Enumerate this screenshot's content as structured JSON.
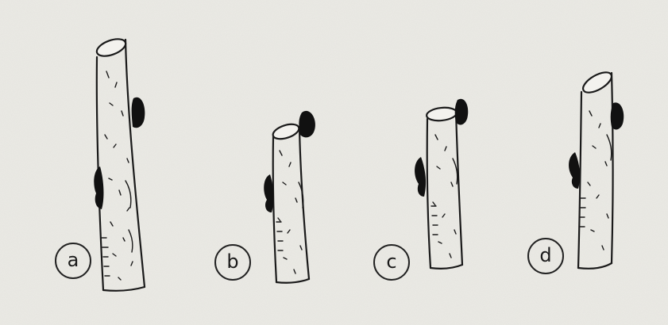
{
  "figure": {
    "panels": [
      {
        "id": "a",
        "label": "a"
      },
      {
        "id": "b",
        "label": "b"
      },
      {
        "id": "c",
        "label": "c"
      },
      {
        "id": "d",
        "label": "d"
      }
    ]
  },
  "colors": {
    "paper": "#ecebe6",
    "ink": "#1a1a1a",
    "bud": "#111111"
  }
}
